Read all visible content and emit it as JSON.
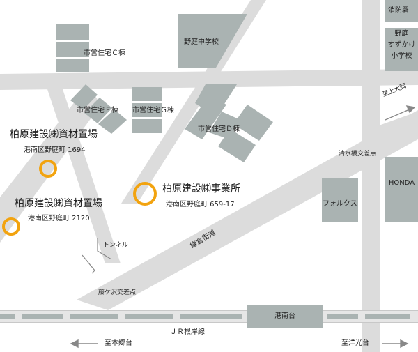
{
  "colors": {
    "road": "#dcdcdc",
    "block": "#aab3b2",
    "marker": "#f2a30f",
    "rail": "#e6e6e6",
    "text": "#222222",
    "arrow": "#888888"
  },
  "map": {
    "labels": {
      "shiei_c": "市営住宅Ｃ棟",
      "noba_junior": "野庭中学校",
      "fire_station": "消防署",
      "noba_elem_1": "野庭",
      "noba_elem_2": "すずかけ",
      "noba_elem_3": "小学校",
      "shiei_f": "市営住宅Ｆ棟",
      "shiei_g": "市営住宅Ｇ棟",
      "shiei_d": "市営住宅Ｄ棟",
      "to_kamiooka": "至上大岡",
      "shimizubashi": "清水橋交差点",
      "honda": "HONDA",
      "folkus": "フォルクス",
      "kamakura_kaido": "鎌倉街道",
      "tunnel": "トンネル",
      "fujigasawa": "藤ケ沢交差点",
      "konandai": "港南台",
      "jr_line": "ＪＲ根岸線",
      "to_hongodai": "至本郷台",
      "to_yokodai": "至洋光台"
    },
    "sites": {
      "site1_name": "柏原建設㈱資材置場",
      "site1_address": "港南区野庭町 1694",
      "office_name": "柏原建設㈱事業所",
      "office_address": "港南区野庭町 659-17",
      "site2_name": "柏原建設㈱資材置場",
      "site2_address": "港南区野庭町 2120"
    }
  }
}
